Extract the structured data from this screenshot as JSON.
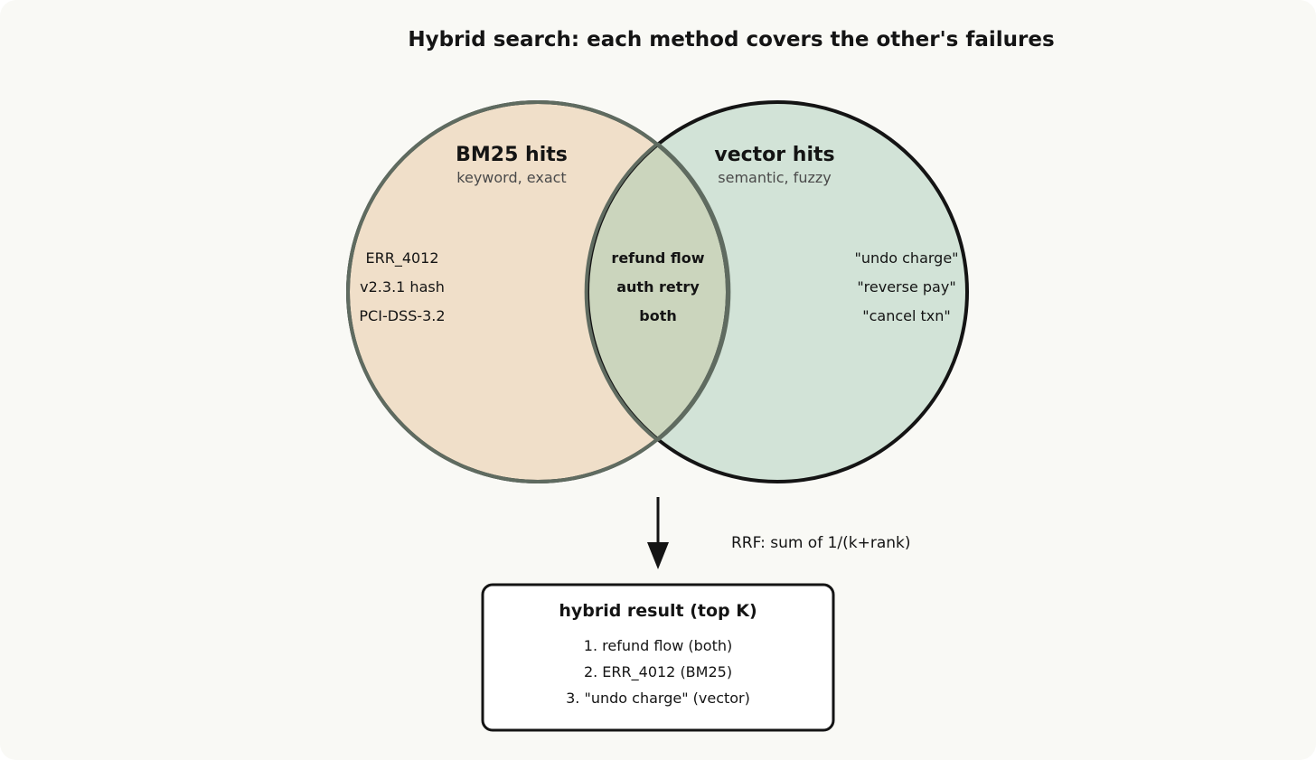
{
  "title": "Hybrid search: each method covers the other's failures",
  "colors": {
    "background": "#f9f9f5",
    "left_fill": "#f0dfc9",
    "right_fill": "#d2e3d7",
    "overlap_fill": "#cbd5bd",
    "outline": "#141414"
  },
  "left_set": {
    "title": "BM25 hits",
    "subtitle": "keyword, exact",
    "items": [
      "ERR_4012",
      "v2.3.1 hash",
      "PCI-DSS-3.2"
    ]
  },
  "right_set": {
    "title": "vector hits",
    "subtitle": "semantic, fuzzy",
    "items": [
      "\"undo charge\"",
      "\"reverse pay\"",
      "\"cancel txn\""
    ]
  },
  "overlap": {
    "items": [
      "refund flow",
      "auth retry",
      "both"
    ]
  },
  "arrow": {
    "label": "RRF: sum of 1/(k+rank)"
  },
  "result_box": {
    "title": "hybrid result (top K)",
    "items": [
      "1. refund flow (both)",
      "2. ERR_4012 (BM25)",
      "3. \"undo charge\" (vector)"
    ]
  }
}
